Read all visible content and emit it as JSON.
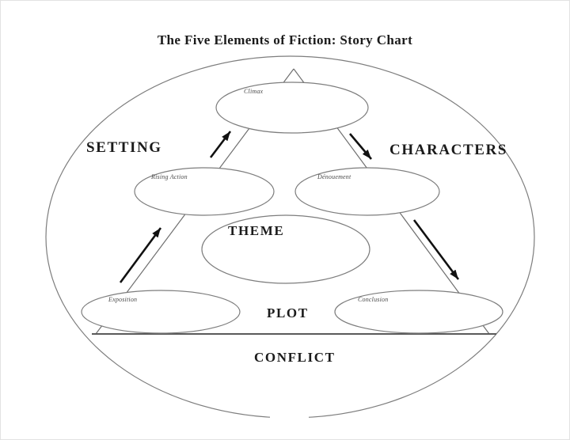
{
  "page": {
    "title": "The Five Elements of Fiction:  Story Chart",
    "background": "#ffffff"
  },
  "diagram": {
    "type": "story-chart",
    "elements": {
      "setting": "SETTING",
      "characters": "CHARACTERS",
      "theme": "THEME",
      "plot": "PLOT",
      "conflict": "CONFLICT"
    },
    "plot_stages": {
      "climax": "Climax",
      "rising_action": "Rising Action",
      "denouement": "Dénouement",
      "exposition": "Exposition",
      "conclusion": "Conclusion"
    },
    "flow": [
      "Exposition → Rising Action",
      "Rising Action → Climax",
      "Climax → Dénouement",
      "Dénouement → Conclusion"
    ],
    "colors": {
      "outline": "#7d7d7d",
      "triangle": "#6f6f6f",
      "arrow": "#111111",
      "heading_text": "#1b1b1b",
      "stage_text": "#4a4a4a",
      "background": "#ffffff"
    }
  }
}
